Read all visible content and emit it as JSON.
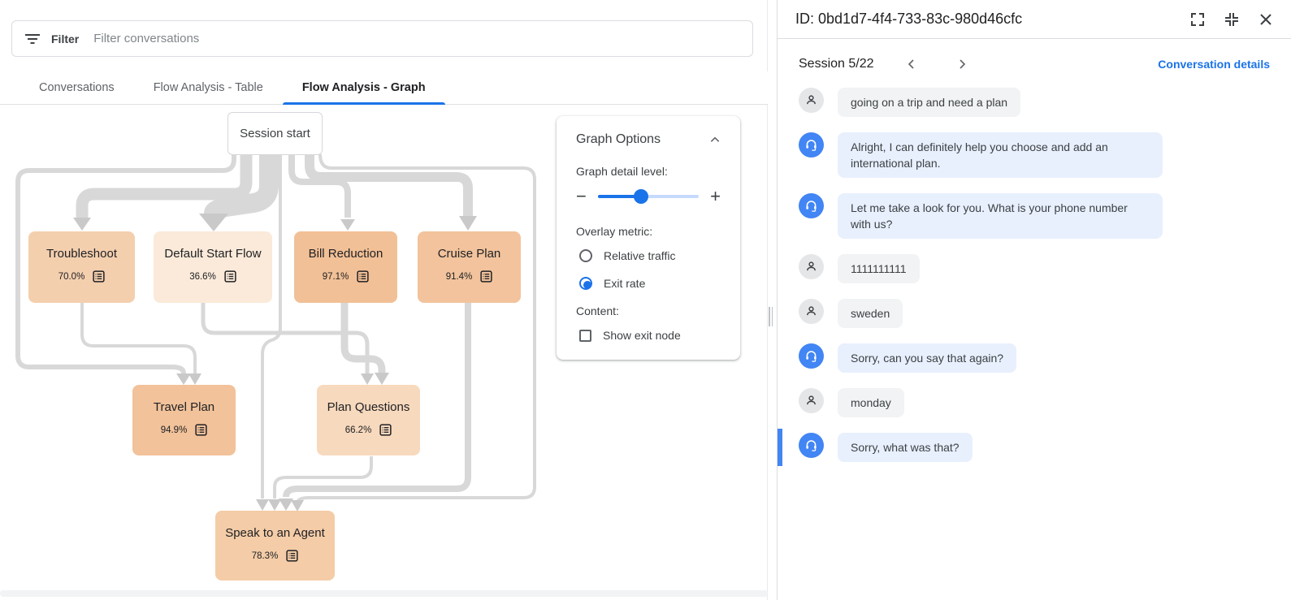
{
  "filter_bar": {
    "label": "Filter",
    "placeholder": "Filter conversations"
  },
  "tabs": [
    {
      "label": "Conversations",
      "active": false
    },
    {
      "label": "Flow Analysis - Table",
      "active": false
    },
    {
      "label": "Flow Analysis - Graph",
      "active": true
    }
  ],
  "graph": {
    "session_start_label": "Session start",
    "overlay_metric_shown": "Exit rate",
    "nodes": [
      {
        "id": "troubleshoot",
        "label": "Troubleshoot",
        "exit_rate": "70.0%",
        "color": "#f4cfae"
      },
      {
        "id": "default-start-flow",
        "label": "Default Start Flow",
        "exit_rate": "36.6%",
        "color": "#fbead9"
      },
      {
        "id": "bill-reduction",
        "label": "Bill Reduction",
        "exit_rate": "97.1%",
        "color": "#f2c096"
      },
      {
        "id": "cruise-plan",
        "label": "Cruise Plan",
        "exit_rate": "91.4%",
        "color": "#f2c39c"
      },
      {
        "id": "travel-plan",
        "label": "Travel Plan",
        "exit_rate": "94.9%",
        "color": "#f2c29a"
      },
      {
        "id": "plan-questions",
        "label": "Plan Questions",
        "exit_rate": "66.2%",
        "color": "#f7d9bd"
      },
      {
        "id": "speak-to-agent",
        "label": "Speak to an Agent",
        "exit_rate": "78.3%",
        "color": "#f4cca7"
      }
    ]
  },
  "graph_options": {
    "title": "Graph Options",
    "detail_label": "Graph detail level:",
    "slider": {
      "value_percent": 43
    },
    "overlay_label": "Overlay metric:",
    "overlay_options": [
      {
        "label": "Relative traffic",
        "selected": false
      },
      {
        "label": "Exit rate",
        "selected": true
      }
    ],
    "content_label": "Content:",
    "content_options": [
      {
        "label": "Show exit node",
        "checked": false
      }
    ]
  },
  "details_panel": {
    "id_title": "ID: 0bd1d7-4f4-733-83c-980d46cfc",
    "session_label": "Session 5/22",
    "details_link": "Conversation details",
    "messages": [
      {
        "role": "user",
        "text": "going on a trip and need a plan",
        "highlighted": false
      },
      {
        "role": "bot",
        "text": "Alright, I can definitely help you choose and add an international plan.",
        "highlighted": false
      },
      {
        "role": "bot",
        "text": "Let me take a look for you. What is your phone number with us?",
        "highlighted": false
      },
      {
        "role": "user",
        "text": "1111111111",
        "highlighted": false
      },
      {
        "role": "user",
        "text": "sweden",
        "highlighted": false
      },
      {
        "role": "bot",
        "text": "Sorry, can you say that again?",
        "highlighted": false
      },
      {
        "role": "user",
        "text": "monday",
        "highlighted": false
      },
      {
        "role": "bot",
        "text": "Sorry, what was that?",
        "highlighted": true
      }
    ]
  },
  "colors": {
    "accent": "#1a73e8",
    "bot_avatar": "#4285f4",
    "bot_bubble": "#e8f0fe",
    "user_bubble": "#f1f3f4",
    "edge_gray": "#d8d8d8",
    "highlight_bar": "#4285f4"
  }
}
